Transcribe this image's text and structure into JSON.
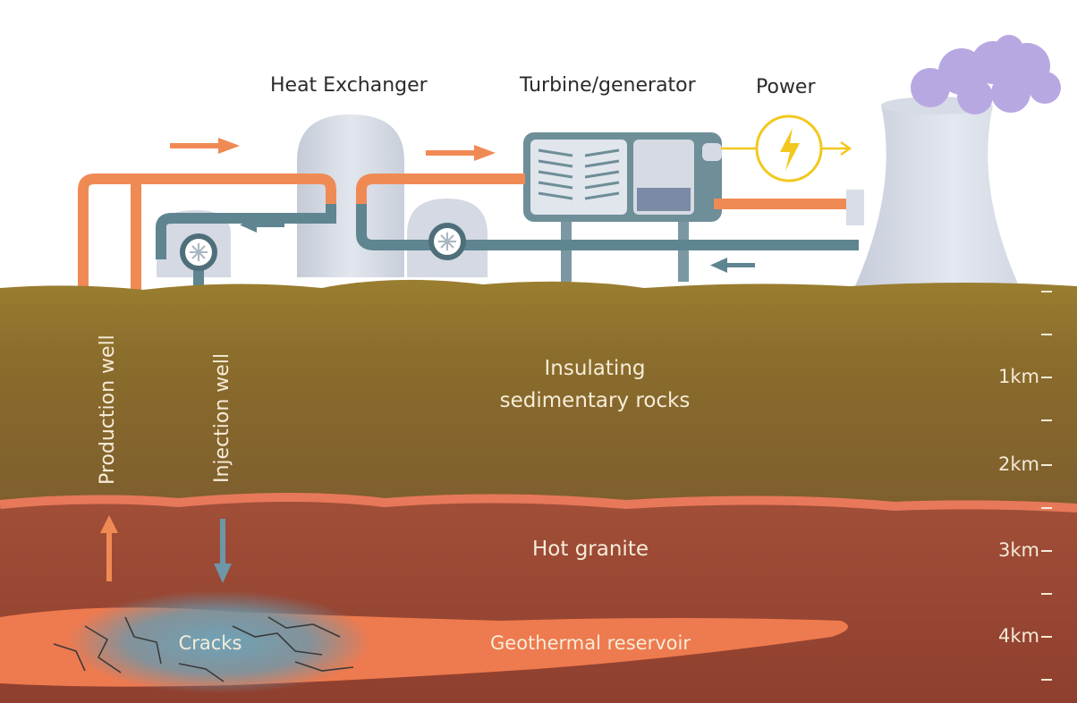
{
  "labels": {
    "heat_exchanger": "Heat Exchanger",
    "turbine_generator": "Turbine/generator",
    "power": "Power",
    "production_well": "Production well",
    "injection_well": "Injection well",
    "insulating_line1": "Insulating",
    "insulating_line2": "sedimentary rocks",
    "hot_granite": "Hot granite",
    "cracks": "Cracks",
    "geothermal_reservoir": "Geothermal reservoir"
  },
  "depth_scale": [
    "1km",
    "2km",
    "3km",
    "4km"
  ],
  "icons": [
    "arrow-right-icon",
    "arrow-left-icon",
    "arrow-up-icon",
    "arrow-down-icon",
    "lightning-icon",
    "pump-icon"
  ],
  "colors": {
    "hot_pipe": "#f08a55",
    "cold_pipe": "#5f8590",
    "sediment": "#8c7230",
    "granite": "#9e4b34",
    "reservoir": "#ee7a4f",
    "power_ring": "#f2c81e",
    "steam": "#b6a6e0"
  }
}
